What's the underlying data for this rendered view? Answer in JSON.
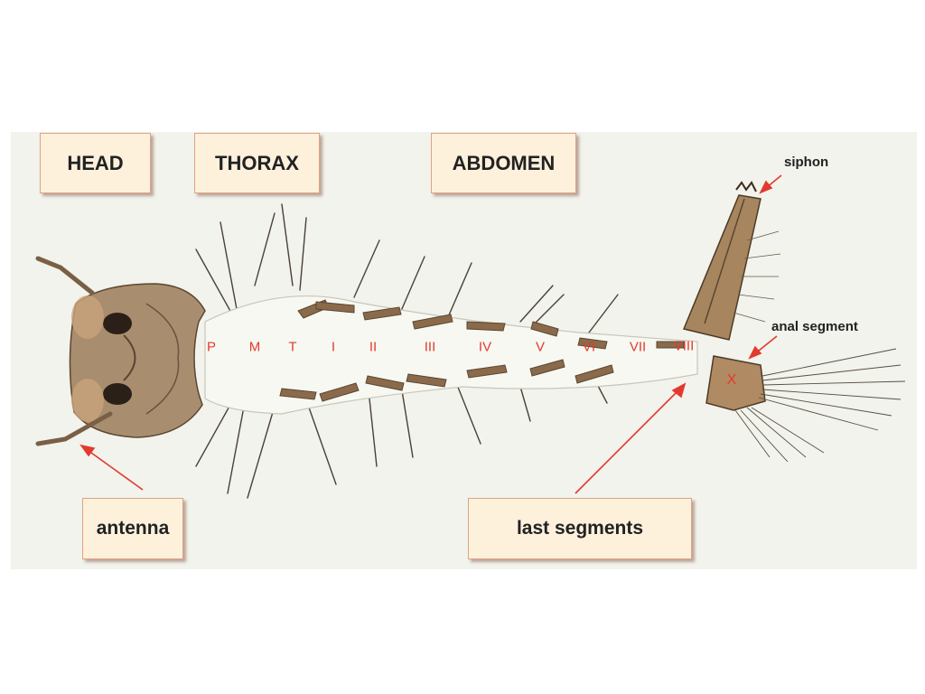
{
  "regions": {
    "head": "HEAD",
    "thorax": "THORAX",
    "abdomen": "ABDOMEN"
  },
  "callouts": {
    "siphon": "siphon",
    "anal_segment": "anal segment",
    "antenna": "antenna",
    "last_segments": "last segments"
  },
  "segments": [
    "P",
    "M",
    "T",
    "I",
    "II",
    "III",
    "IV",
    "V",
    "VI",
    "VII",
    "VIII",
    "X"
  ],
  "colors": {
    "segment_label": "#e23a2e",
    "arrow": "#e23a2e",
    "label_box_fill": "#fdf1dc",
    "label_box_border": "#e1a184",
    "panel_background": "#f1f3ec",
    "chitin_brown": "#8a6a4a"
  }
}
